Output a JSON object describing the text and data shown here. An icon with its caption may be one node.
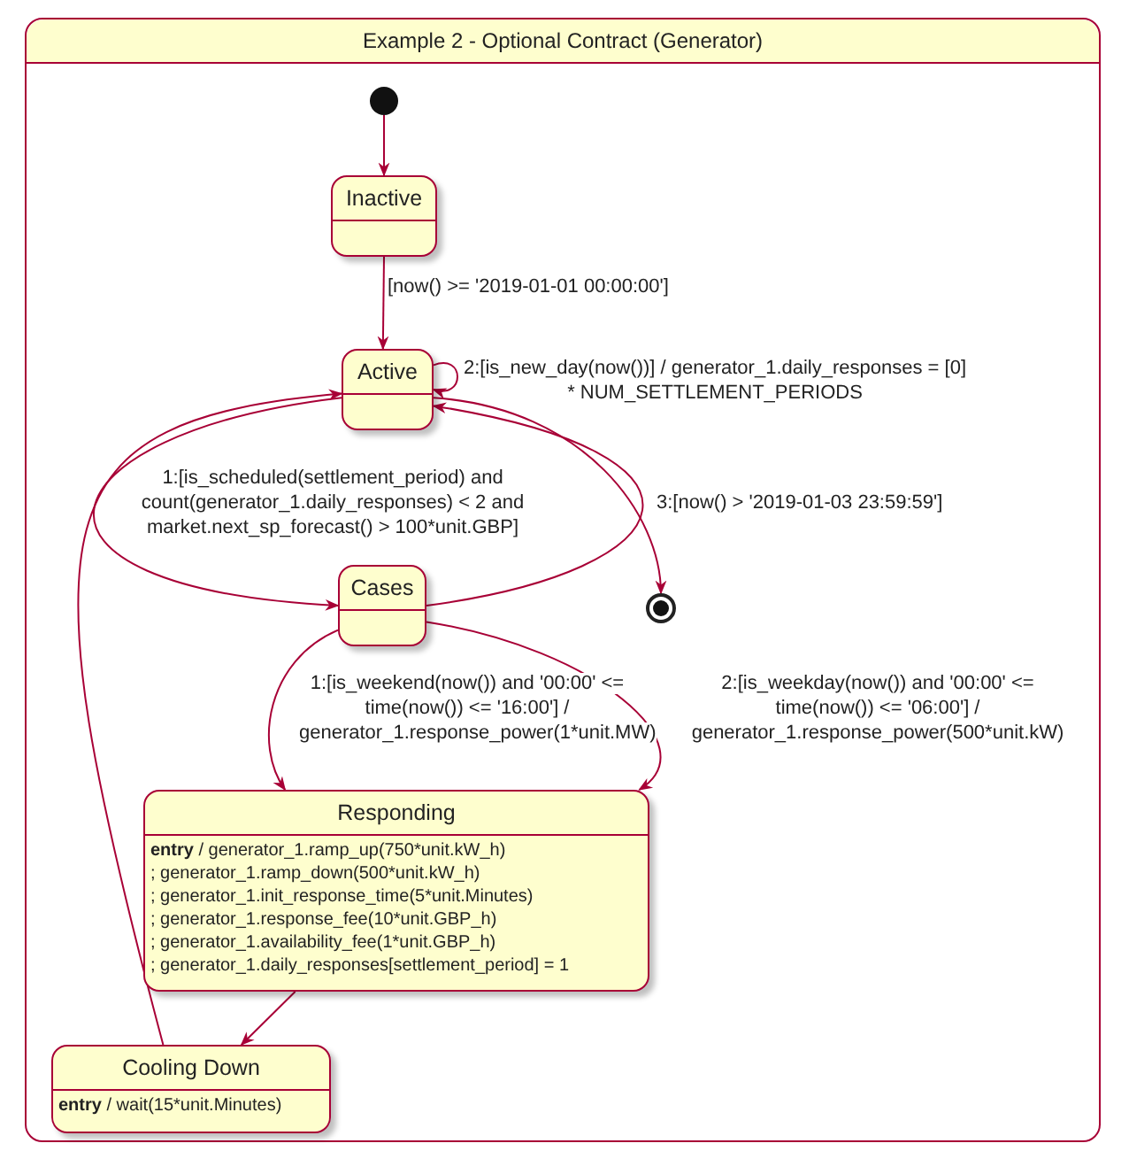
{
  "diagram": {
    "nodes": [
      {
        "text": [
          "Example 2 - Optional Contract (Generator)"
        ]
      },
      {
        "text": [],
        "shape": "circle",
        "in": 0
      },
      {
        "text": [
          "Inactive"
        ],
        "in": 0
      },
      {
        "text": [
          "Active"
        ],
        "in": 0
      },
      {
        "text": [
          "Cases"
        ],
        "in": 0
      },
      {
        "text": [],
        "shape": "circle",
        "in": 0
      },
      {
        "text": [
          "Responding",
          "**entry** / generator_1.ramp_up(750*unit.kW_h)",
          "; generator_1.ramp_down(500*unit.kW_h)",
          "; generator_1.init_response_time(5*unit.Minutes)",
          "; generator_1.response_fee(10*unit.GBP_h)",
          "; generator_1.availability_fee(1*unit.GBP_h)",
          "; generator_1.daily_responses[settlement_period] = 1"
        ],
        "in": 0
      },
      {
        "text": [
          "Cooling Down",
          "**entry** / wait(15*unit.Minutes)"
        ],
        "in": 0
      }
    ],
    "edges": [
      {
        "from": 1,
        "to": 2,
        "arrow": "to"
      },
      {
        "from": 2,
        "to": 3,
        "arrow": "to",
        "label": "[now() >= '2019-01-01 00:00:00']"
      },
      {
        "from": 3,
        "to": 3,
        "arrow": "to",
        "label": "2:[is_new_day(now())] / generator_1.daily_responses = [0] * NUM_SETTLEMENT_PERIODS"
      },
      {
        "from": 3,
        "to": 4,
        "arrow": "to",
        "label": "1:[is_scheduled(settlement_period) and count(generator_1.daily_responses) < 2 and market.next_sp_forecast() > 100*unit.GBP]"
      },
      {
        "from": 4,
        "to": 3,
        "arrow": "to"
      },
      {
        "from": 3,
        "to": 5,
        "arrow": "to",
        "label": "3:[now() > '2019-01-03 23:59:59']"
      },
      {
        "from": 4,
        "to": 6,
        "arrow": "to",
        "label": "1:[is_weekend(now()) and '00:00' <= time(now()) <= '16:00'] / generator_1.response_power(1*unit.MW)"
      },
      {
        "from": 4,
        "to": 6,
        "arrow": "to",
        "label": "2:[is_weekday(now()) and '00:00' <= time(now()) <= '06:00'] / generator_1.response_power(500*unit.kW)"
      },
      {
        "from": 6,
        "to": 7,
        "arrow": "to"
      },
      {
        "from": 7,
        "to": 3,
        "arrow": "to"
      }
    ]
  }
}
